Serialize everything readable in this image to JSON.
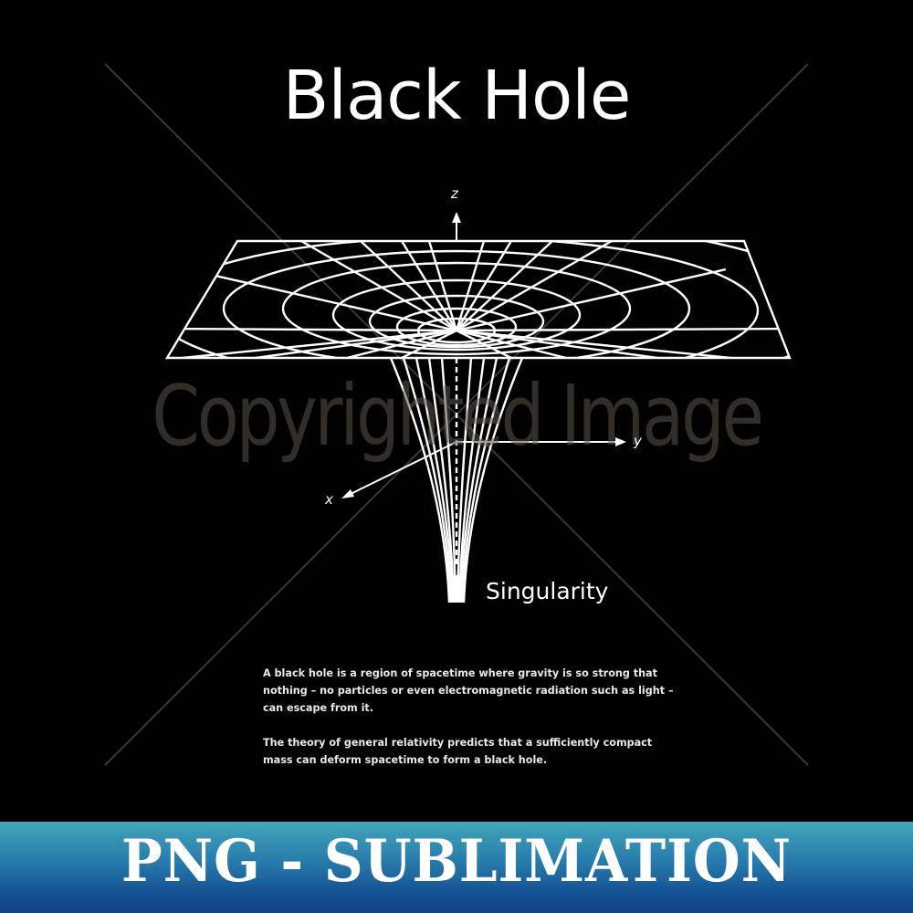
{
  "title": "Black Hole",
  "diagram": {
    "axes": {
      "z": "z",
      "y": "y",
      "x": "x"
    },
    "singularity_label": "Singularity"
  },
  "watermark": {
    "text": "Copyrighted Image"
  },
  "description": {
    "paragraph_1": "A black hole is a region of spacetime where gravity is so strong that nothing – no particles or even electromagnetic radiation such as light – can escape from it.",
    "paragraph_2": "The theory of general relativity predicts that a sufficiently compact mass can deform spacetime to form a black hole."
  },
  "banner": {
    "text": "PNG - SUBLIMATION",
    "gradient_top": "#42a5b8",
    "gradient_bottom": "#0f4385"
  },
  "colors": {
    "background": "#000000",
    "foreground": "#ffffff"
  }
}
